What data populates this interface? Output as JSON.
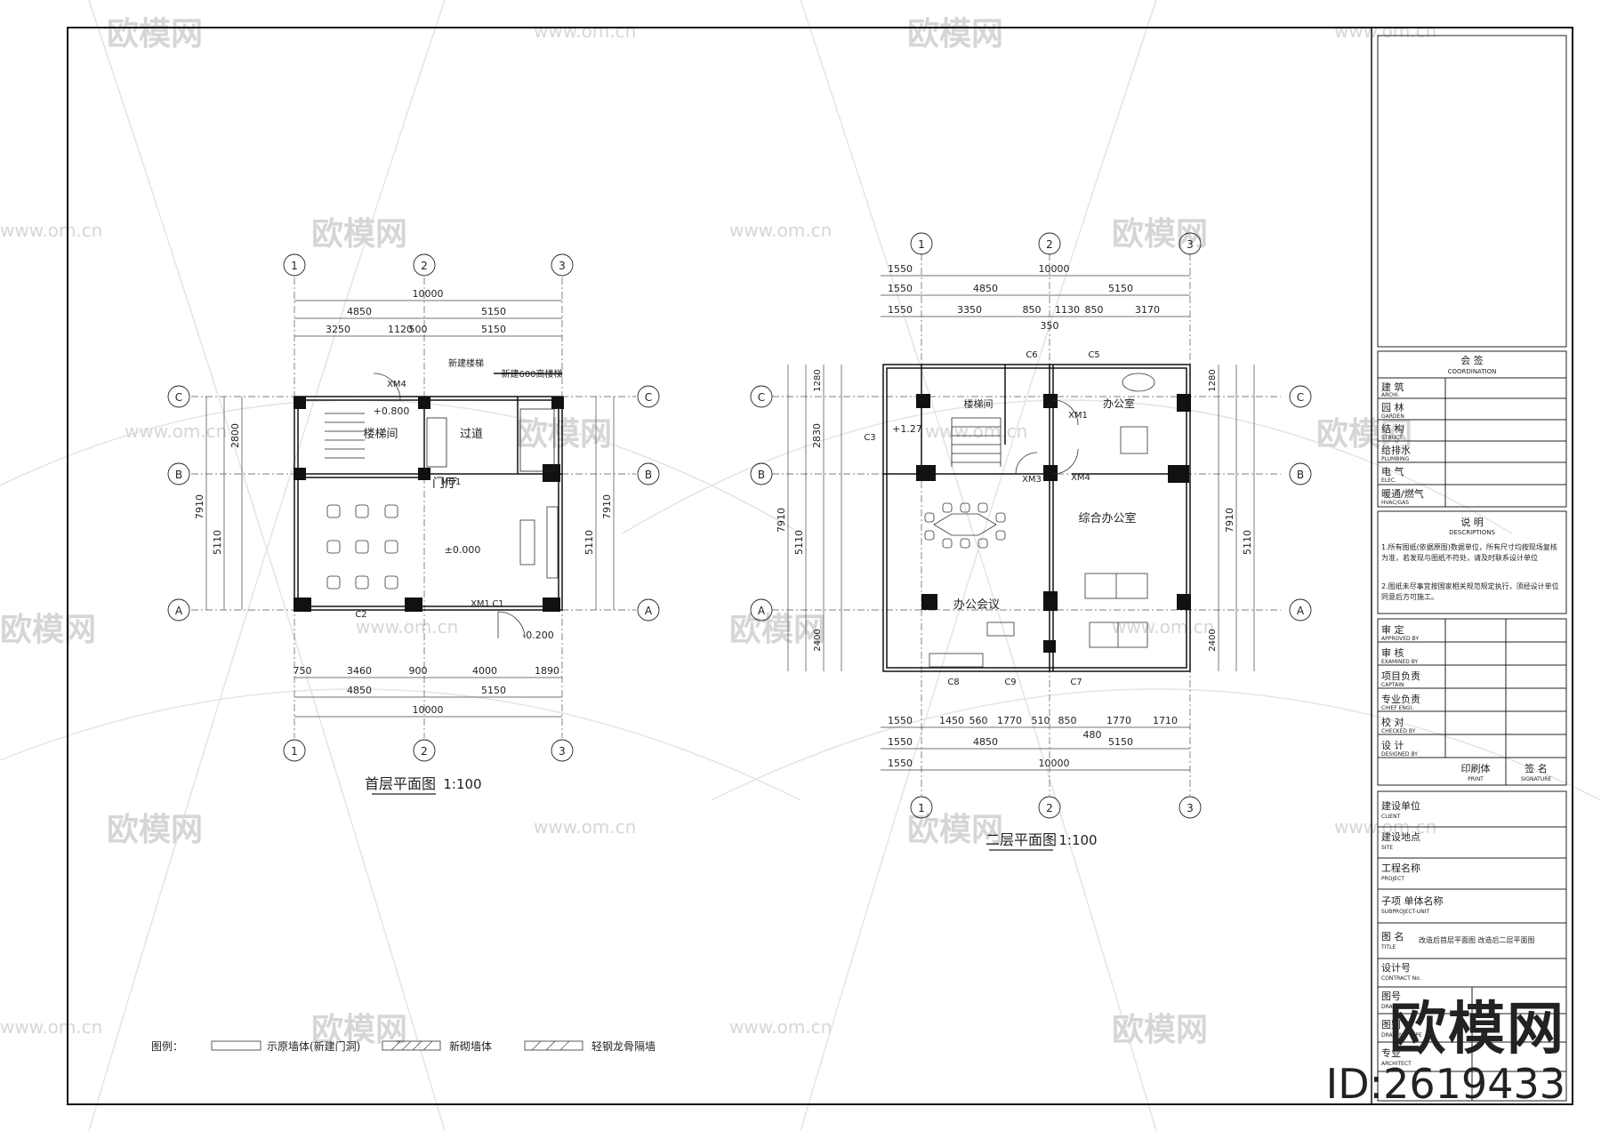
{
  "watermark": {
    "cn": "欧模网",
    "url": "www.om.cn"
  },
  "brand": {
    "logo": "欧模网",
    "id": "ID:2619433"
  },
  "plan_left": {
    "title": "首层平面图",
    "scale": "1:100",
    "axes_x": [
      "1",
      "2",
      "3"
    ],
    "axes_y": [
      "C",
      "B",
      "A"
    ],
    "dims_top": [
      "10000",
      "4850",
      "5150",
      "3250",
      "1120",
      "500",
      "5150"
    ],
    "dims_bottom": [
      "750",
      "3460",
      "900",
      "4000",
      "1890",
      "4850",
      "5150",
      "10000"
    ],
    "dims_side": [
      "7910",
      "5110",
      "2800"
    ],
    "rooms": [
      "楼梯间",
      "过道",
      "门厅"
    ],
    "labels": [
      "XM4",
      "MD1",
      "XM1",
      "C1",
      "C2"
    ],
    "levels": [
      "+0.800",
      "±0.000",
      "-0.200"
    ],
    "notes": [
      "新建楼梯",
      "新建600高楼梯"
    ]
  },
  "plan_right": {
    "title": "二层平面图",
    "scale": "1:100",
    "axes_x": [
      "1",
      "2",
      "3"
    ],
    "axes_y": [
      "C",
      "B",
      "A"
    ],
    "dims_top": [
      "10000",
      "4850",
      "5150",
      "1550",
      "3350",
      "850",
      "1130",
      "850",
      "3170",
      "350"
    ],
    "dims_bottom": [
      "1550",
      "1450",
      "560",
      "1770",
      "510",
      "850",
      "1770",
      "1710",
      "480",
      "4850",
      "5150",
      "10000"
    ],
    "dims_side": [
      "7910",
      "5110",
      "2830",
      "1280",
      "2400"
    ],
    "rooms": [
      "办公室",
      "综合办公室",
      "办公会议",
      "楼梯间"
    ],
    "labels": [
      "C6",
      "C5",
      "XM1",
      "XM3",
      "XM4",
      "C3",
      "C8",
      "C9",
      "C7"
    ],
    "levels": [
      "+1.27"
    ]
  },
  "legend": {
    "prefix": "图例：",
    "items": [
      "示原墙体(新建门洞)",
      "新砌墙体",
      "轻钢龙骨隔墙"
    ]
  },
  "title_block": {
    "coord_header": "会 签",
    "coord_header_en": "COORDINATION",
    "coord_rows": [
      {
        "cn": "建 筑",
        "en": "ARCHI."
      },
      {
        "cn": "园 林",
        "en": "GARDEN"
      },
      {
        "cn": "结 构",
        "en": "STRUCT."
      },
      {
        "cn": "给排水",
        "en": "PLUMBING"
      },
      {
        "cn": "电 气",
        "en": "ELEC."
      },
      {
        "cn": "暖通/燃气",
        "en": "HVAC/GAS"
      }
    ],
    "desc_header": "说 明",
    "desc_header_en": "DESCRIPTIONS",
    "desc_lines": [
      "1.所有图纸(依据原图)数据单位，所有尺寸均按现场复核",
      "为准，若发现与图纸不符处，请及时联系设计单位",
      "2.图纸未尽事宜按国家相关规范规定执行，须经设计单位",
      "同意后方可施工。"
    ],
    "approval_rows": [
      {
        "cn": "审 定",
        "en": "APPROVED BY"
      },
      {
        "cn": "审 核",
        "en": "EXAMINED BY"
      },
      {
        "cn": "项目负责",
        "en": "CAPTAIN"
      },
      {
        "cn": "专业负责",
        "en": "CHIEF ENGI."
      },
      {
        "cn": "校 对",
        "en": "CHECKED BY"
      },
      {
        "cn": "设 计",
        "en": "DESIGNED BY"
      }
    ],
    "print_label": "印刷体",
    "print_en": "PRINT",
    "sign_label": "签 名",
    "sign_en": "SIGNATURE",
    "info_rows": [
      {
        "cn": "建设单位",
        "en": "CLIENT"
      },
      {
        "cn": "建设地点",
        "en": "SITE"
      },
      {
        "cn": "工程名称",
        "en": "PROJECT"
      },
      {
        "cn": "子项 单体名称",
        "en": "SUBPROJECT-UNIT"
      },
      {
        "cn": "图 名",
        "en": "TITLE"
      }
    ],
    "title_value": "改造后首层平面图    改造后二层平面图",
    "bottom_rows": [
      {
        "cn": "设计号",
        "en": "CONTRACT No."
      },
      {
        "cn": "图号",
        "en": "DRAWING No."
      },
      {
        "cn": "图别",
        "en": "DRAWING TYPE"
      },
      {
        "cn": "专业",
        "en": "ARCHITECT"
      }
    ]
  }
}
